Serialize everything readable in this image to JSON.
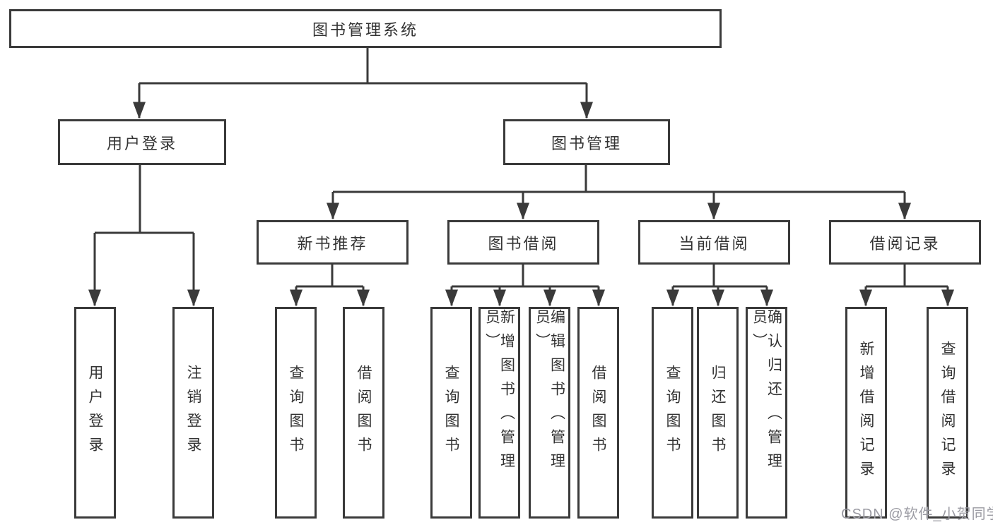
{
  "diagram_title": "图书管理系统",
  "colors": {
    "line": "#3a3a3a",
    "box_border": "#3a3a3a",
    "text": "#333333",
    "watermark": "#9a9aa2",
    "background": "#ffffff"
  },
  "watermark": {
    "text": "CSDN @软件_小贺同学"
  },
  "tree": {
    "label": "图书管理系统",
    "children": [
      {
        "label": "用户登录",
        "children": [
          {
            "label": "用户登录"
          },
          {
            "label": "注销登录"
          }
        ]
      },
      {
        "label": "图书管理",
        "children": [
          {
            "label": "新书推荐",
            "children": [
              {
                "label": "查询图书"
              },
              {
                "label": "借阅图书"
              }
            ]
          },
          {
            "label": "图书借阅",
            "children": [
              {
                "label": "查询图书"
              },
              {
                "label": "新增图书（管理员）"
              },
              {
                "label": "编辑图书（管理员）"
              },
              {
                "label": "借阅图书"
              }
            ]
          },
          {
            "label": "当前借阅",
            "children": [
              {
                "label": "查询图书"
              },
              {
                "label": "归还图书"
              },
              {
                "label": "确认归还（管理员）"
              }
            ]
          },
          {
            "label": "借阅记录",
            "children": [
              {
                "label": "新增借阅记录"
              },
              {
                "label": "查询借阅记录"
              }
            ]
          }
        ]
      }
    ]
  }
}
